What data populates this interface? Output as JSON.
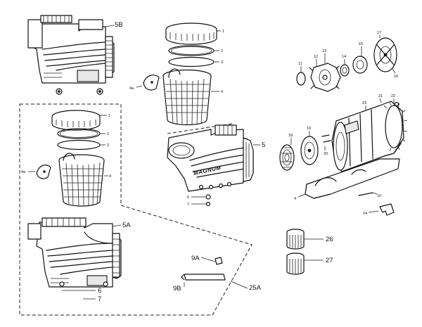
{
  "brand": "MAGNUM",
  "labels": {
    "l5B": "5B",
    "l5A": "5A",
    "l5": "5",
    "l6": "6",
    "l7": "7",
    "l9A": "9A",
    "l9B": "9B",
    "l25A": "25A",
    "l26": "26",
    "l27": "27",
    "s1": "1",
    "s2": "2",
    "s3": "3",
    "s4": "4",
    "s4a": "4a",
    "i1": "1",
    "i2": "2",
    "i3": "3",
    "i4": "4",
    "i4a": "4a",
    "p6": "6",
    "p7": "7",
    "m4": "4",
    "m10": "10",
    "m11": "11",
    "m12": "12",
    "m13": "13",
    "m14": "14",
    "m15": "15",
    "m16": "16",
    "m17": "17",
    "m18": "18",
    "m19": "19",
    "m20": "20",
    "m21": "21",
    "m22": "22",
    "m23": "23",
    "m24": "24"
  }
}
